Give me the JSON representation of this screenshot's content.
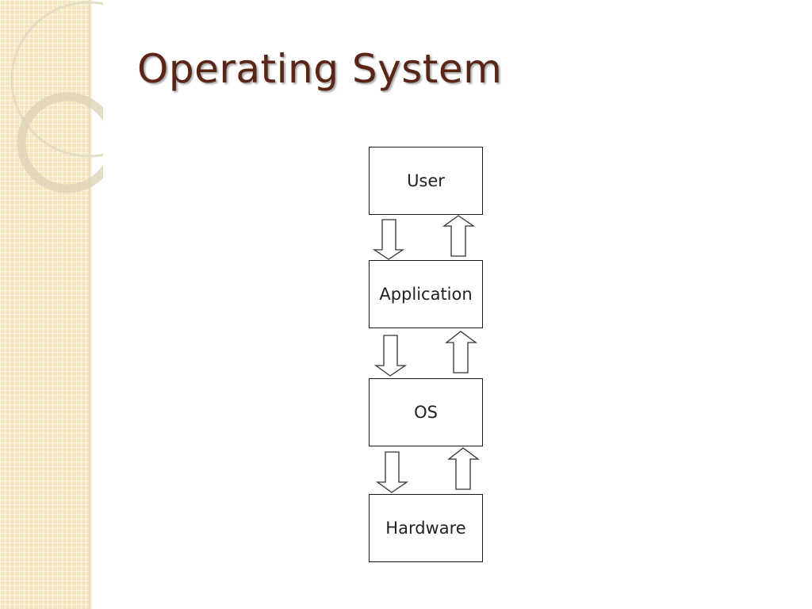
{
  "slide": {
    "title": "Operating System"
  },
  "diagram": {
    "layers": [
      {
        "label": "User"
      },
      {
        "label": "Application"
      },
      {
        "label": "OS"
      },
      {
        "label": "Hardware"
      }
    ],
    "connectors": [
      {
        "between": [
          "User",
          "Application"
        ],
        "arrows": [
          "down",
          "up"
        ]
      },
      {
        "between": [
          "Application",
          "OS"
        ],
        "arrows": [
          "down",
          "up"
        ]
      },
      {
        "between": [
          "OS",
          "Hardware"
        ],
        "arrows": [
          "down",
          "up"
        ]
      }
    ]
  },
  "colors": {
    "title": "#5a2416",
    "side_band": "#f3e6bf",
    "box_border": "#1a1a1a",
    "arrow_stroke": "#333333"
  }
}
